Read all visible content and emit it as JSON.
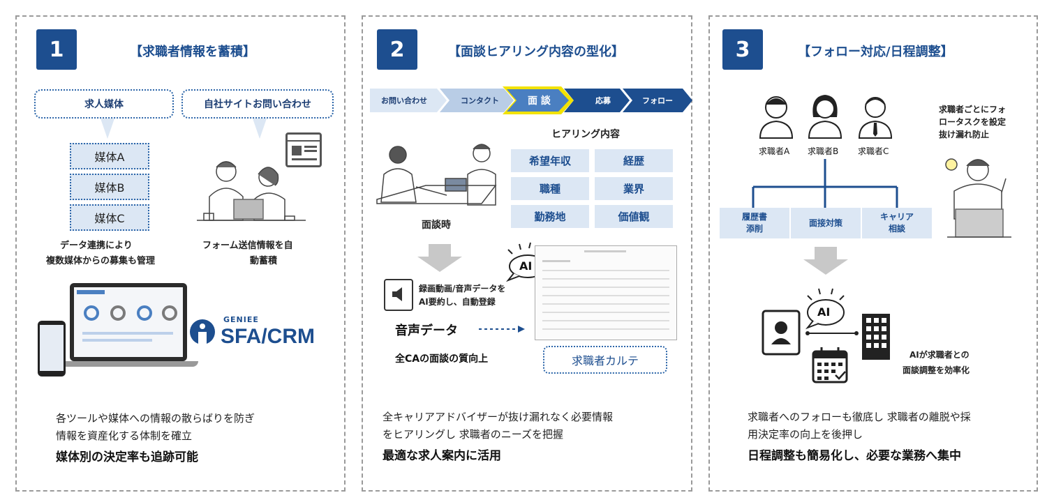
{
  "panel1": {
    "number": "1",
    "title": "【求職者情報を蓄積】",
    "source_media": "求人媒体",
    "source_site": "自社サイトお問い合わせ",
    "media_items": [
      "媒体A",
      "媒体B",
      "媒体C"
    ],
    "caption_left_1": "データ連携により",
    "caption_left_2": "複数媒体からの募集も管理",
    "caption_right_1": "フォーム送信情報を自",
    "caption_right_2": "動蓄積",
    "logo_small": "GENIEE",
    "logo_large": "SFA/CRM",
    "desc_line1": "各ツールや媒体への情報の散らばりを防ぎ",
    "desc_line2": "情報を資産化する体制を確立",
    "desc_bold": "媒体別の決定率も追跡可能"
  },
  "panel2": {
    "number": "2",
    "title": "【面談ヒアリング内容の型化】",
    "steps": [
      "お問い合わせ",
      "コンタクト",
      "面 談",
      "応募",
      "フォロー"
    ],
    "hearing_title": "ヒアリング内容",
    "hearing_items": [
      "希望年収",
      "経歴",
      "職種",
      "業界",
      "勤務地",
      "価値観"
    ],
    "interview_label": "面談時",
    "ai_label": "AI",
    "record_line1": "録画動画/音声データを",
    "record_line2": "AI要約し、自動登録",
    "audio_label": "音声データ",
    "quality_label": "全CAの面談の質向上",
    "karte_label": "求職者カルテ",
    "desc_line1": "全キャリアアドバイザーが抜け漏れなく必要情報",
    "desc_line2": "をヒアリングし 求職者のニーズを把握",
    "desc_bold": "最適な求人案内に活用"
  },
  "panel3": {
    "number": "3",
    "title": "【フォロー対応/日程調整】",
    "candidates": [
      "求職者A",
      "求職者B",
      "求職者C"
    ],
    "task_note_1": "求職者ごとにフォ",
    "task_note_2": "ロータスクを設定",
    "task_note_3": "抜け漏れ防止",
    "actions": [
      {
        "line1": "履歴書",
        "line2": "添削"
      },
      {
        "line1": "面接対策",
        "line2": ""
      },
      {
        "line1": "キャリア",
        "line2": "相談"
      }
    ],
    "ai_label": "AI",
    "ai_note_1": "AIが求職者との",
    "ai_note_2": "面談調整を効率化",
    "desc_line1": "求職者へのフォローも徹底し 求職者の離脱や採",
    "desc_line2": "用決定率の向上を後押し",
    "desc_bold": "日程調整も簡易化し、必要な業務へ集中"
  },
  "colors": {
    "brand_blue": "#1d4e8f",
    "light_blue": "#dce7f4",
    "highlight_yellow": "#f2e200"
  }
}
